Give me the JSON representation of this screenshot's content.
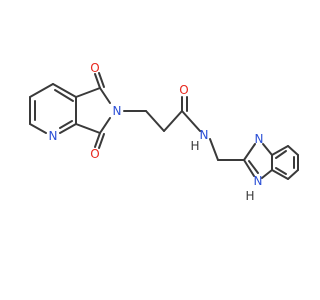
{
  "molecule": {
    "atom_labels": {
      "oxygen_top": "O",
      "oxygen_bottom": "O",
      "oxygen_amide": "O",
      "imide_nitrogen": "N",
      "pyridine_nitrogen": "N",
      "amide_nh": "N",
      "amide_h": "H",
      "benzimidazole_n": "N",
      "benzimidazole_nh": "N",
      "benzimidazole_h": "H"
    },
    "colors": {
      "bond": "#3a3a3a",
      "nitrogen": "#2b4fd6",
      "oxygen": "#e8281e",
      "nh_group": "#3a3a3a"
    }
  }
}
